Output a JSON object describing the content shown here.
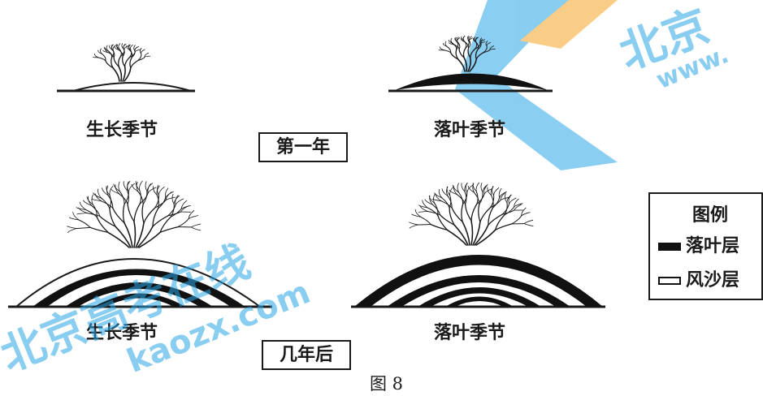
{
  "labels": {
    "growing_season_1": "生长季节",
    "leaf_fall_season_1": "落叶季节",
    "first_year": "第一年",
    "growing_season_2": "生长季节",
    "leaf_fall_season_2": "落叶季节",
    "years_later": "几年后",
    "figure_caption": "图 8"
  },
  "legend": {
    "title": "图例",
    "leaf_layer": "落叶层",
    "sand_layer": "风沙层"
  },
  "watermark": {
    "brand_cn_top": "北京",
    "brand_cn_bottom": "北京高考在线",
    "url_top": "www.",
    "url_bottom": "kaozx.com"
  },
  "colors": {
    "ink": "#1a1a1a",
    "watermark_blue": "#2aa6e6",
    "watermark_orange": "#f5a623"
  }
}
